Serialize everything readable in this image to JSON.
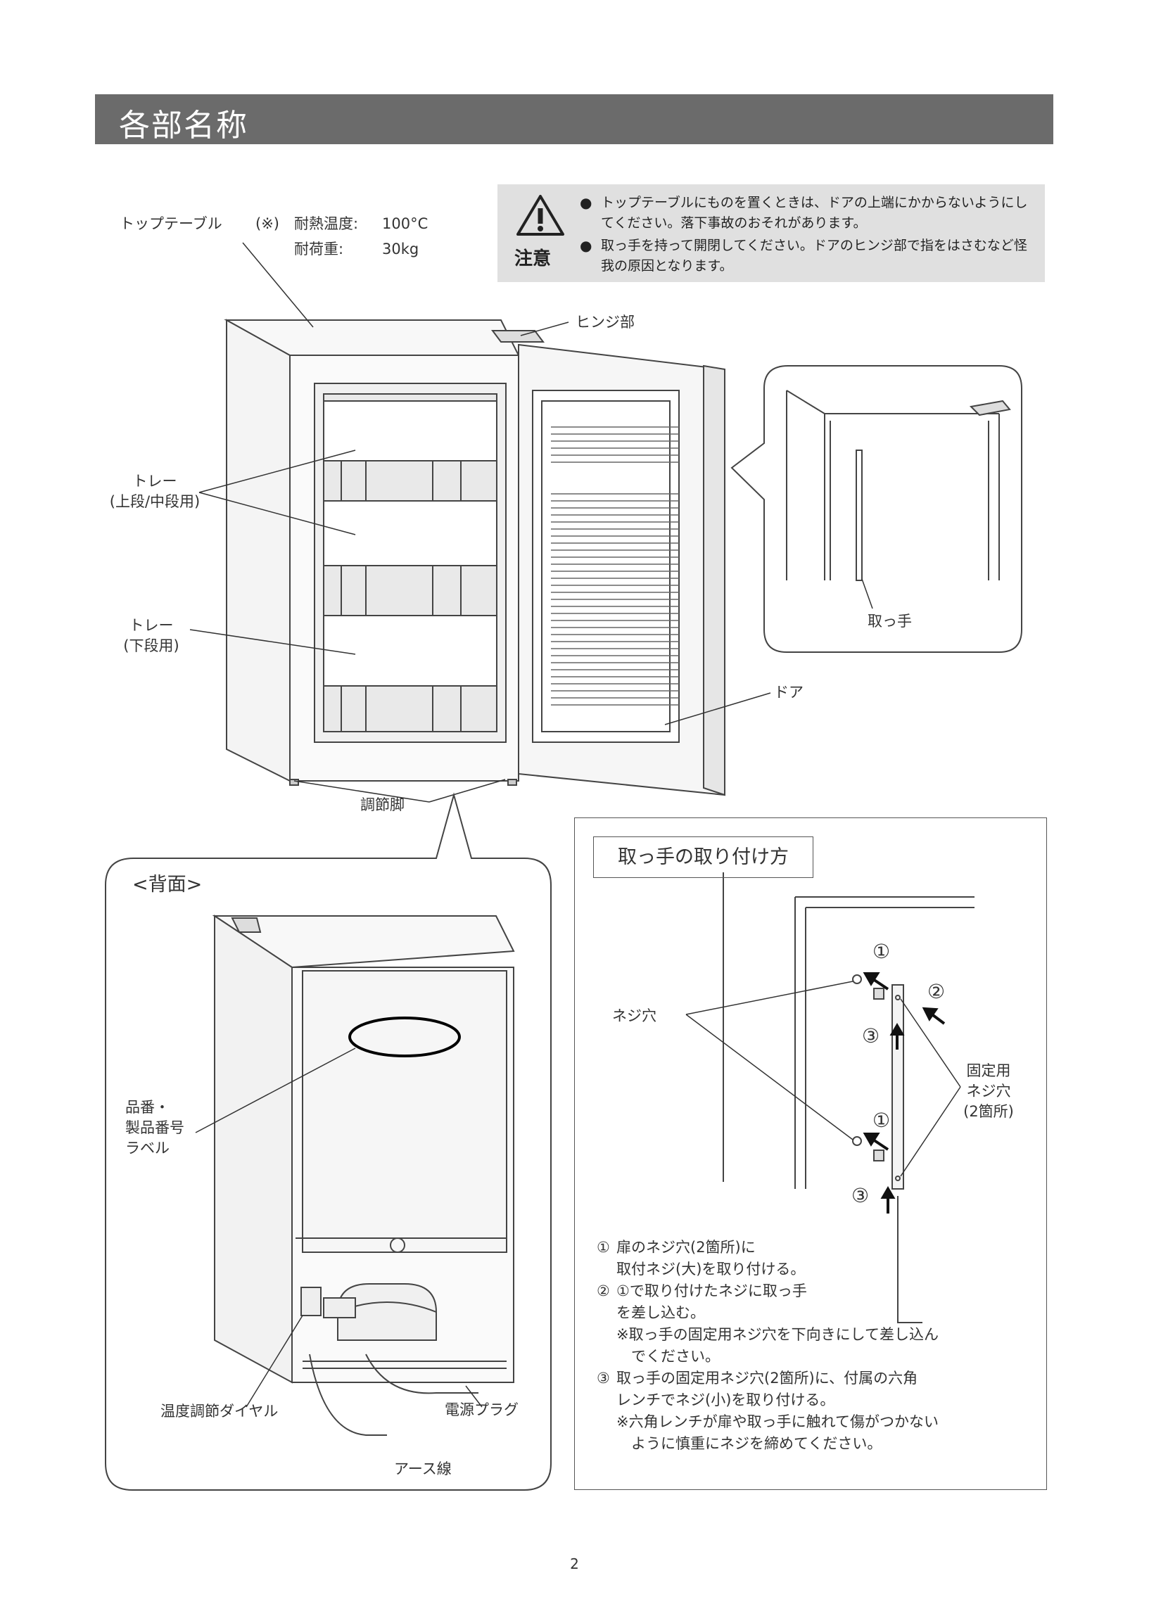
{
  "section_title": "各部名称",
  "caution": {
    "label": "注意",
    "items": [
      "トップテーブルにものを置くときは、ドアの上端にかからないようにしてください。落下事故のおそれがあります。",
      "取っ手を持って開閉してください。ドアのヒンジ部で指をはさむなど怪我の原因となります。"
    ]
  },
  "labels": {
    "top_table": "トップテーブル",
    "note_mark": "(※)",
    "heat_resistance_label": "耐熱温度:",
    "heat_resistance_value": "100°C",
    "load_label": "耐荷重:",
    "load_value": "30kg",
    "hinge": "ヒンジ部",
    "tray_upper_line1": "トレー",
    "tray_upper_line2": "(上段/中段用)",
    "tray_lower_line1": "トレー",
    "tray_lower_line2": "(下段用)",
    "handle": "取っ手",
    "door": "ドア",
    "adjustable_foot": "調節脚",
    "back_heading": "<背面>",
    "model_label_line1": "品番・",
    "model_label_line2": "製品番号",
    "model_label_line3": "ラベル",
    "thermostat_dial": "温度調節ダイヤル",
    "power_plug": "電源プラグ",
    "ground_wire": "アース線"
  },
  "howto": {
    "title": "取っ手の取り付け方",
    "screw_hole": "ネジ穴",
    "fixing_hole_line1": "固定用",
    "fixing_hole_line2": "ネジ穴",
    "fixing_hole_line3": "(2箇所)",
    "marker_1": "①",
    "marker_2": "②",
    "marker_3": "③",
    "steps": [
      {
        "num": "①",
        "lines": [
          "扉のネジ穴(2箇所)に",
          "取付ネジ(大)を取り付ける。"
        ],
        "notes": []
      },
      {
        "num": "②",
        "lines": [
          "①で取り付けたネジに取っ手",
          "を差し込む。"
        ],
        "notes": [
          "※取っ手の固定用ネジ穴を下向きにして差し込ん",
          "　でください。"
        ]
      },
      {
        "num": "③",
        "lines": [
          "取っ手の固定用ネジ穴(2箇所)に、付属の六角",
          "レンチでネジ(小)を取り付ける。"
        ],
        "notes": [
          "※六角レンチが扉や取っ手に触れて傷がつかない",
          "　ように慎重にネジを締めてください。"
        ]
      }
    ]
  },
  "page_number": "2"
}
